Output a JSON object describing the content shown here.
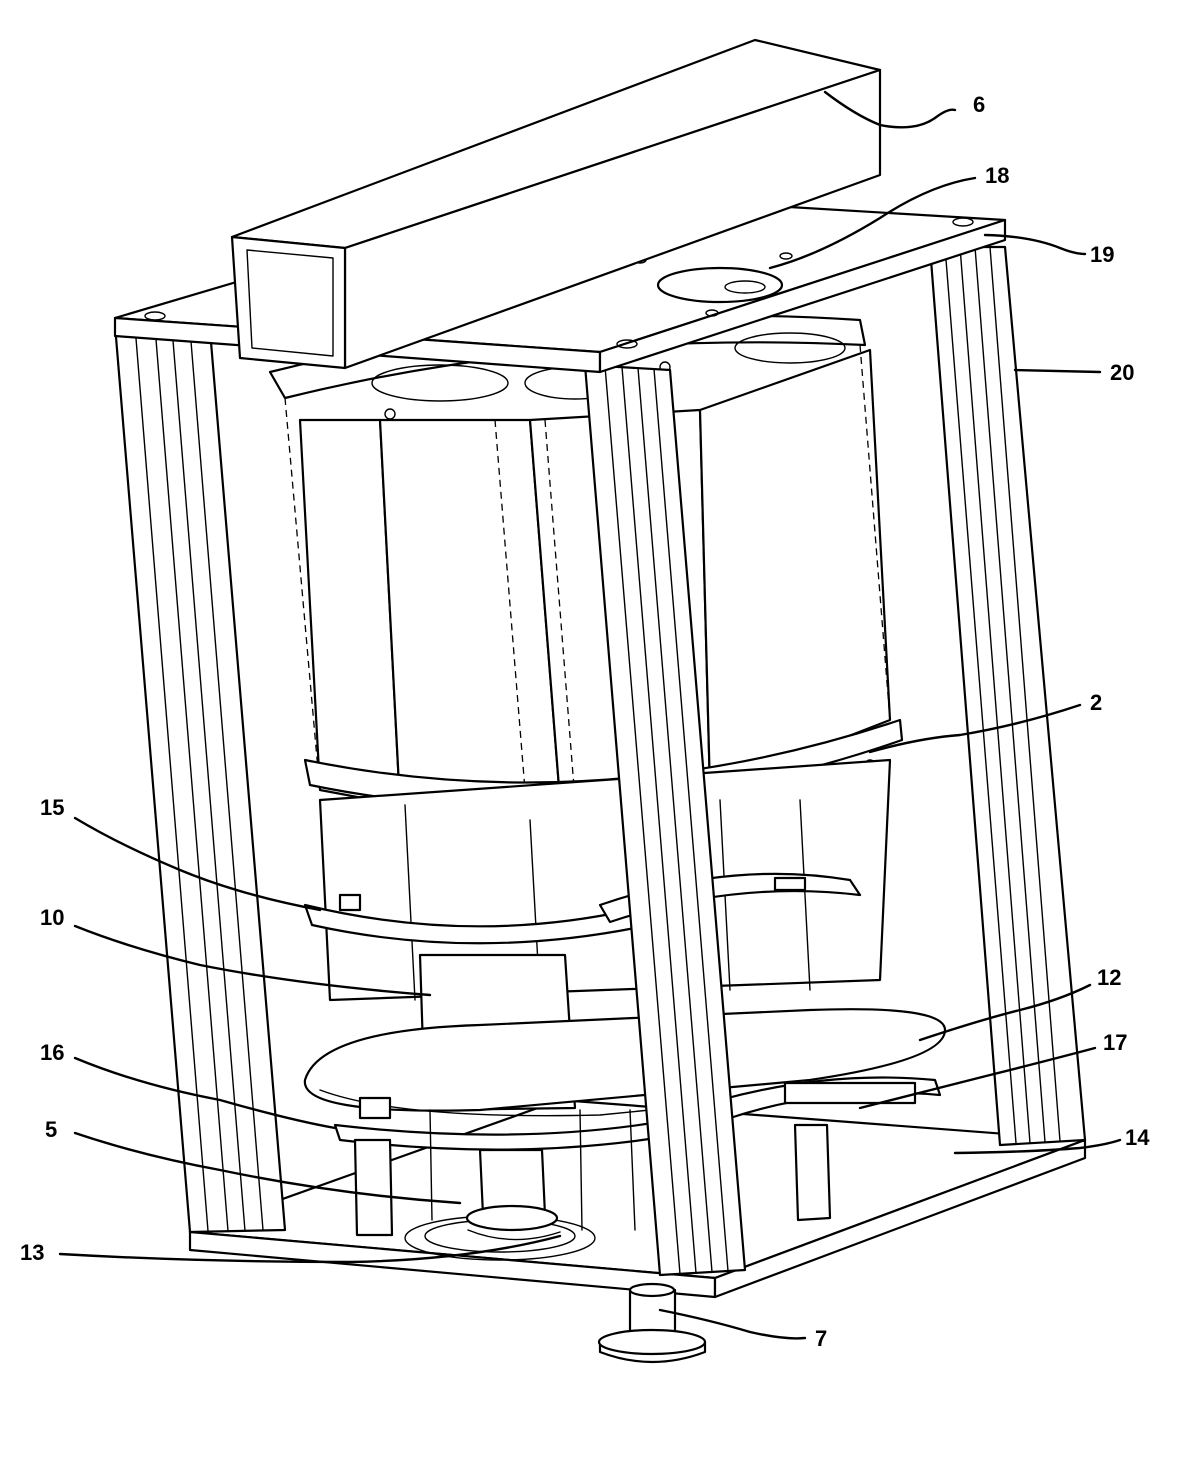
{
  "figure": {
    "labels": {
      "6": "6",
      "18": "18",
      "19": "19",
      "20": "20",
      "2": "2",
      "15": "15",
      "10": "10",
      "12": "12",
      "16": "16",
      "17": "17",
      "5": "5",
      "14": "14",
      "13": "13",
      "7": "7"
    },
    "line_color": "#000000",
    "background": "#ffffff"
  }
}
